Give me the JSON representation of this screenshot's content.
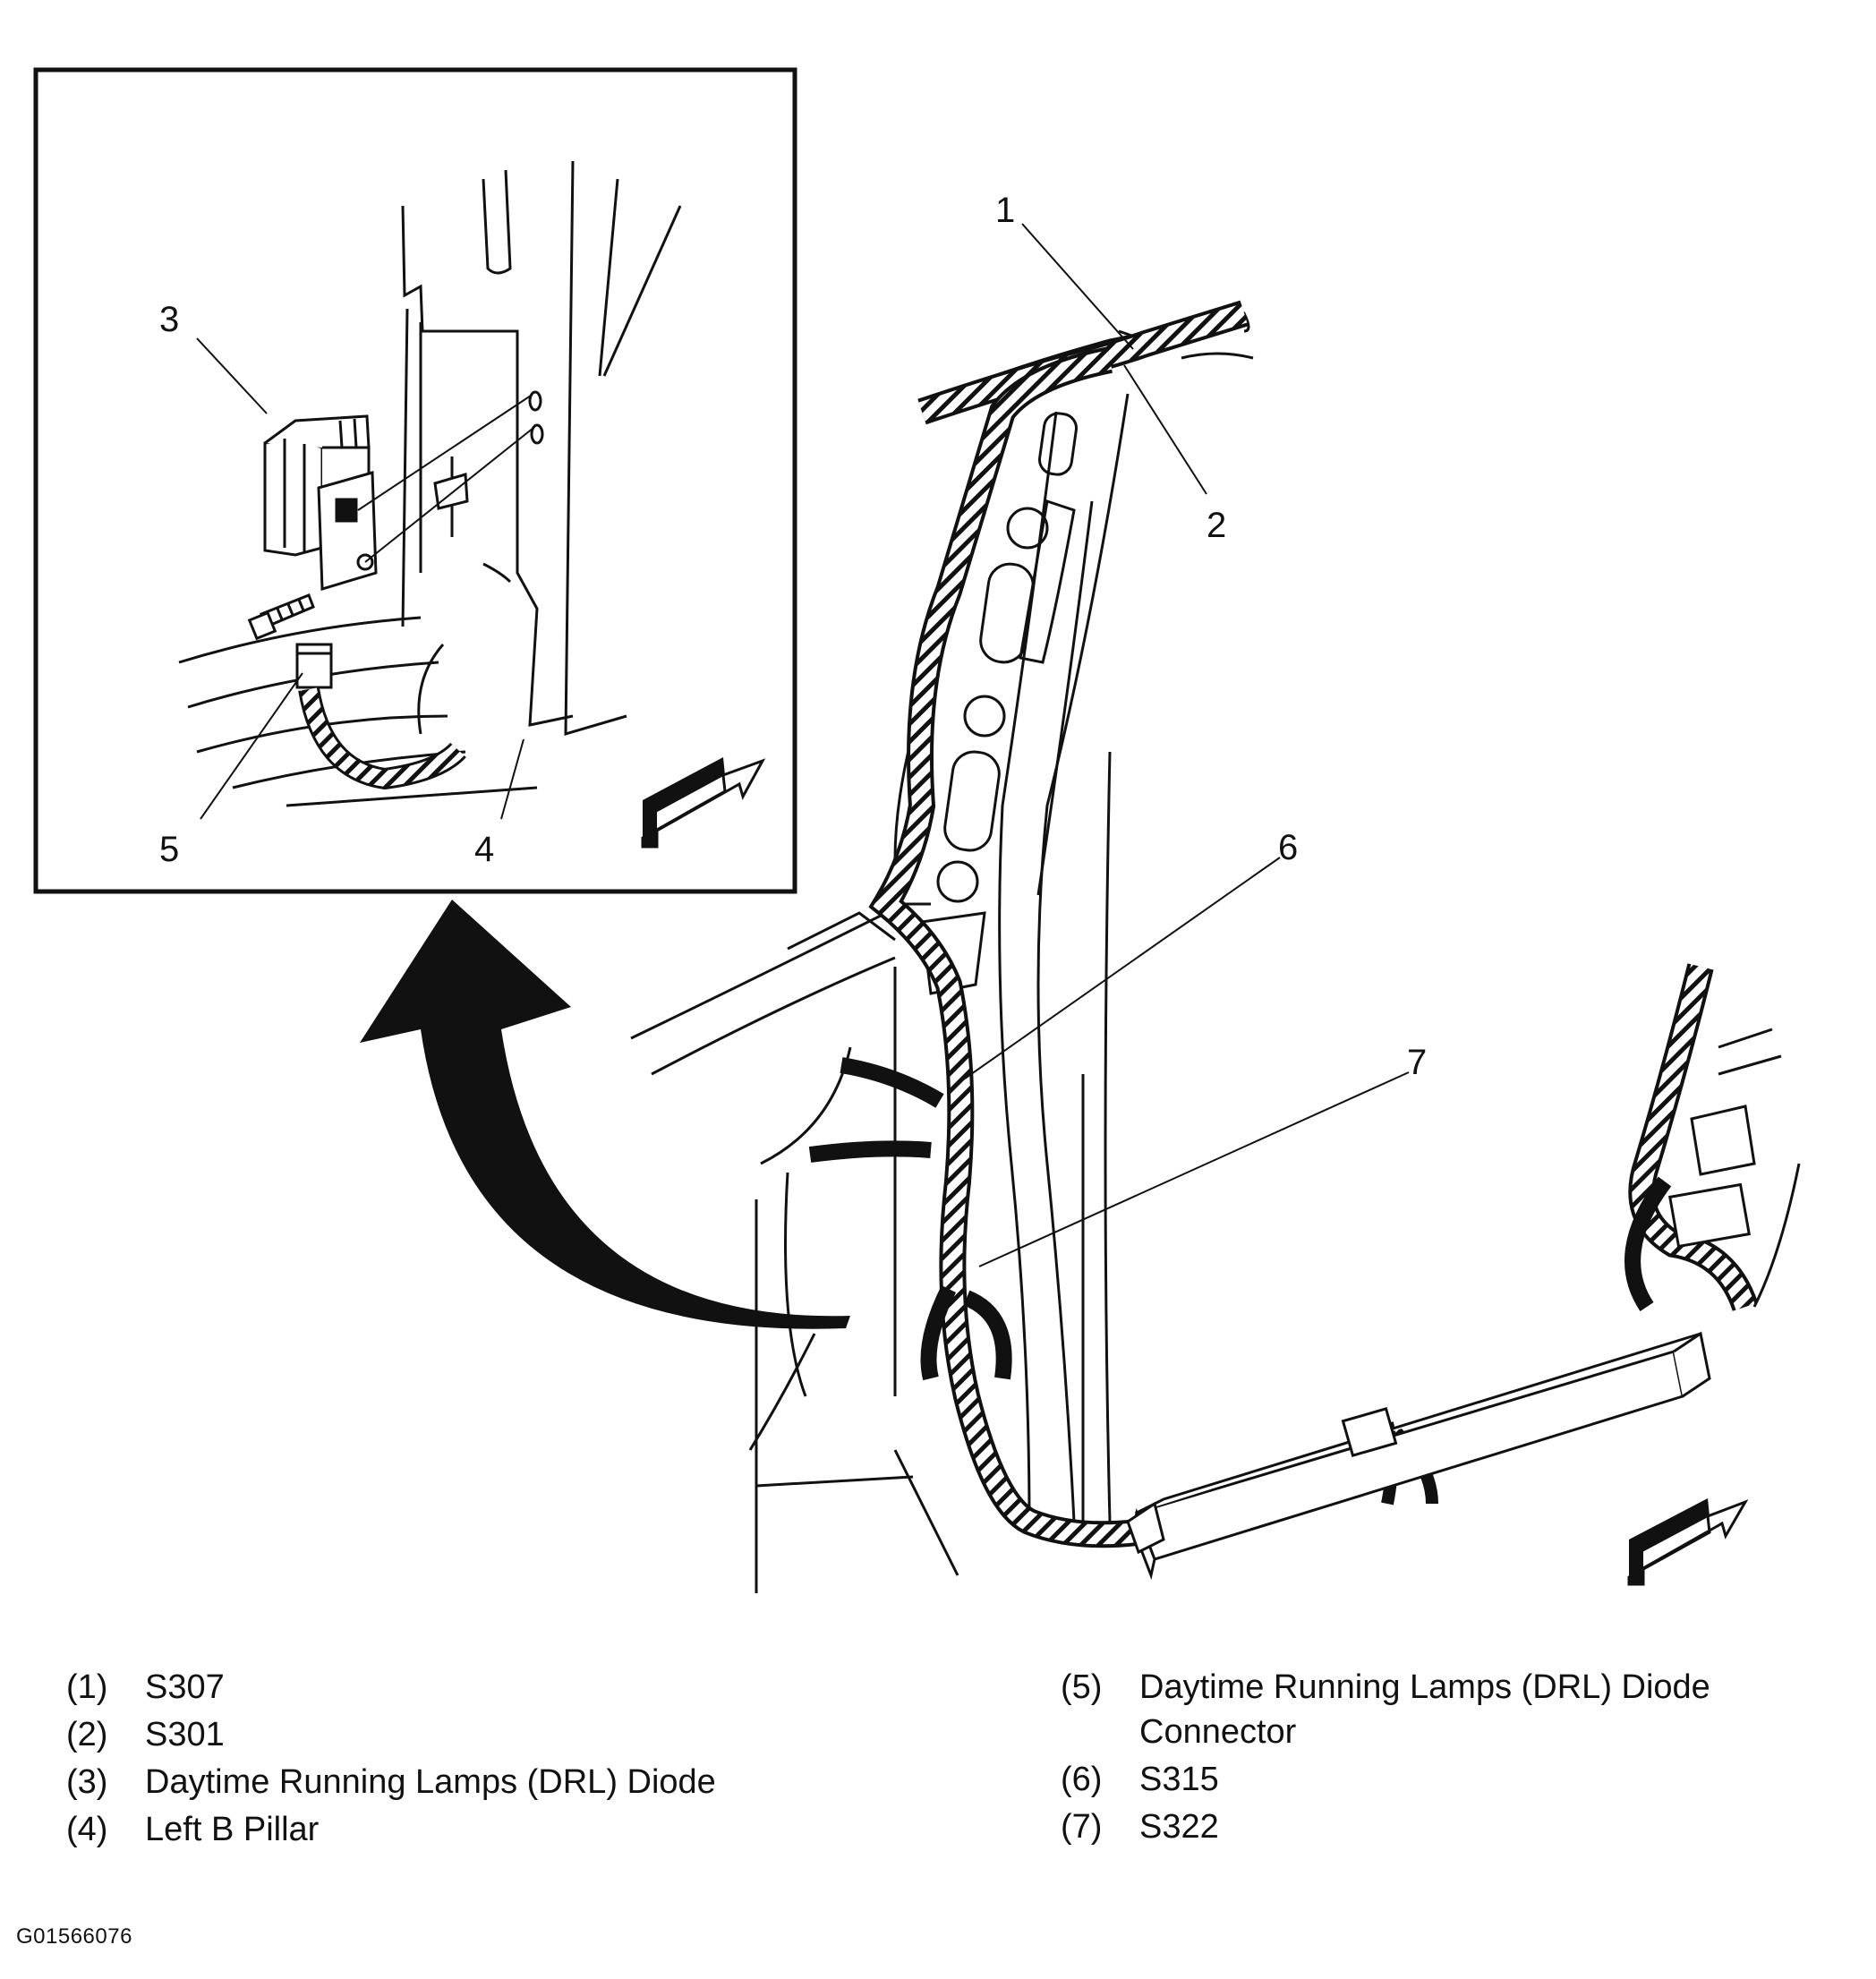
{
  "callouts": {
    "c1": "1",
    "c2": "2",
    "c3": "3",
    "c4": "4",
    "c5": "5",
    "c6": "6",
    "c7": "7"
  },
  "legend": {
    "left": [
      {
        "num": "(1)",
        "text": "S307"
      },
      {
        "num": "(2)",
        "text": "S301"
      },
      {
        "num": "(3)",
        "text": "Daytime Running Lamps (DRL) Diode"
      },
      {
        "num": "(4)",
        "text": "Left B Pillar"
      }
    ],
    "right": [
      {
        "num": "(5)",
        "text": "Daytime Running Lamps (DRL) Diode Connector"
      },
      {
        "num": "(6)",
        "text": "S315"
      },
      {
        "num": "(7)",
        "text": "S322"
      }
    ]
  },
  "figure_id": "G01566076",
  "icons": {
    "inset_direction": "forward-arrow-icon",
    "main_direction": "forward-arrow-icon",
    "zoom_arrow": "curved-arrow-icon"
  },
  "colors": {
    "line": "#111111",
    "background": "#ffffff"
  }
}
